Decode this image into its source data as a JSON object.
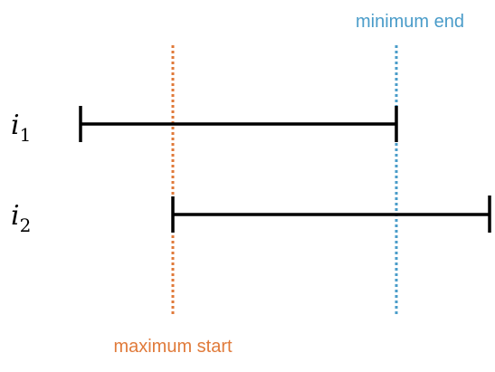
{
  "intervals": [
    {
      "label": "i",
      "subscript": "1"
    },
    {
      "label": "i",
      "subscript": "2"
    }
  ],
  "guides": {
    "max_start": {
      "label": "maximum start",
      "color": "#e07a3a"
    },
    "min_end": {
      "label": "minimum end",
      "color": "#4a9cc9"
    }
  },
  "colors": {
    "interval_line": "#000000"
  }
}
